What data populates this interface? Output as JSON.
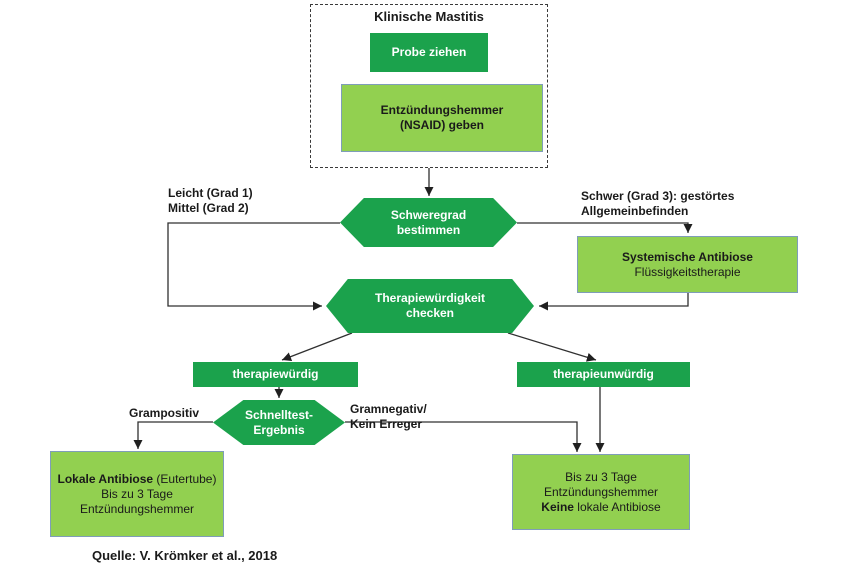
{
  "colors": {
    "dark_green": "#1ba24c",
    "light_green": "#92d050",
    "box_border": "#7f9db9",
    "line": "#303030"
  },
  "start": {
    "title": "Klinische Mastitis",
    "probe_button": "Probe ziehen",
    "nsaid_line1": "Entzündungshemmer",
    "nsaid_line2": "(NSAID) geben"
  },
  "hexagons": {
    "schweregrad": {
      "line1": "Schweregrad",
      "line2": "bestimmen"
    },
    "therapiewuerdigkeit": {
      "line1": "Therapiewürdigkeit",
      "line2": "checken"
    },
    "schnelltest": {
      "line1": "Schnelltest-",
      "line2": "Ergebnis"
    }
  },
  "branch_labels": {
    "mild_line1": "Leicht (Grad 1)",
    "mild_line2": "Mittel (Grad 2)",
    "severe_line1": "Schwer (Grad 3): gestörtes",
    "severe_line2": "Allgemeinbefinden",
    "grampositive": "Grampositiv",
    "gramnegative_line1": "Gramnegativ/",
    "gramnegative_line2": "Kein Erreger"
  },
  "result_boxes": {
    "systemisch": {
      "line1": "Systemische Antibiose",
      "line2": "Flüssigkeitstherapie"
    },
    "therapiewuerdig": "therapiewürdig",
    "therapieunwuerdig": "therapieunwürdig",
    "lokal": {
      "line1_bold": "Lokale Antibiose",
      "line1_rest": " (Eutertube)",
      "line2": "Bis zu 3 Tage",
      "line3": "Entzündungshemmer"
    },
    "keine_antibiose": {
      "line1": "Bis zu 3 Tage",
      "line2": "Entzündungshemmer",
      "line3_bold": "Keine",
      "line3_rest": " lokale Antibiose"
    }
  },
  "source": "Quelle: V. Krömker et al., 2018"
}
